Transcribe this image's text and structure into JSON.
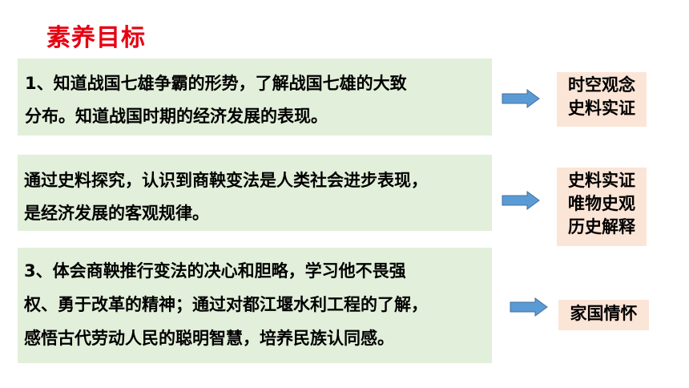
{
  "title": "素养目标",
  "goals": [
    {
      "lines": [
        "1、知道战国七雄争霸的形势，了解战国七雄的大致",
        "分布。知道战国时期的经济发展的表现。"
      ],
      "tags": [
        "时空观念",
        "史料实证"
      ]
    },
    {
      "lines": [
        "通过史料探究，认识到商鞅变法是人类社会进步表现，",
        "是经济发展的客观规律。"
      ],
      "tags": [
        "史料实证",
        "唯物史观",
        "历史解释"
      ]
    },
    {
      "lines": [
        "3、体会商鞅推行变法的决心和胆略，学习他不畏强",
        "权、勇于改革的精神；通过对都江堰水利工程的了解，",
        "感悟古代劳动人民的聪明智慧，培养民族认同感。"
      ],
      "tags": [
        "家国情怀"
      ]
    }
  ],
  "colors": {
    "title": "#e60012",
    "goal_box_bg": "#e2efda",
    "tag_bg": "#fbe5d6",
    "arrow_fill": "#5b9bd5",
    "arrow_stroke": "#41719c"
  },
  "icons": [
    "right-arrow-icon"
  ]
}
